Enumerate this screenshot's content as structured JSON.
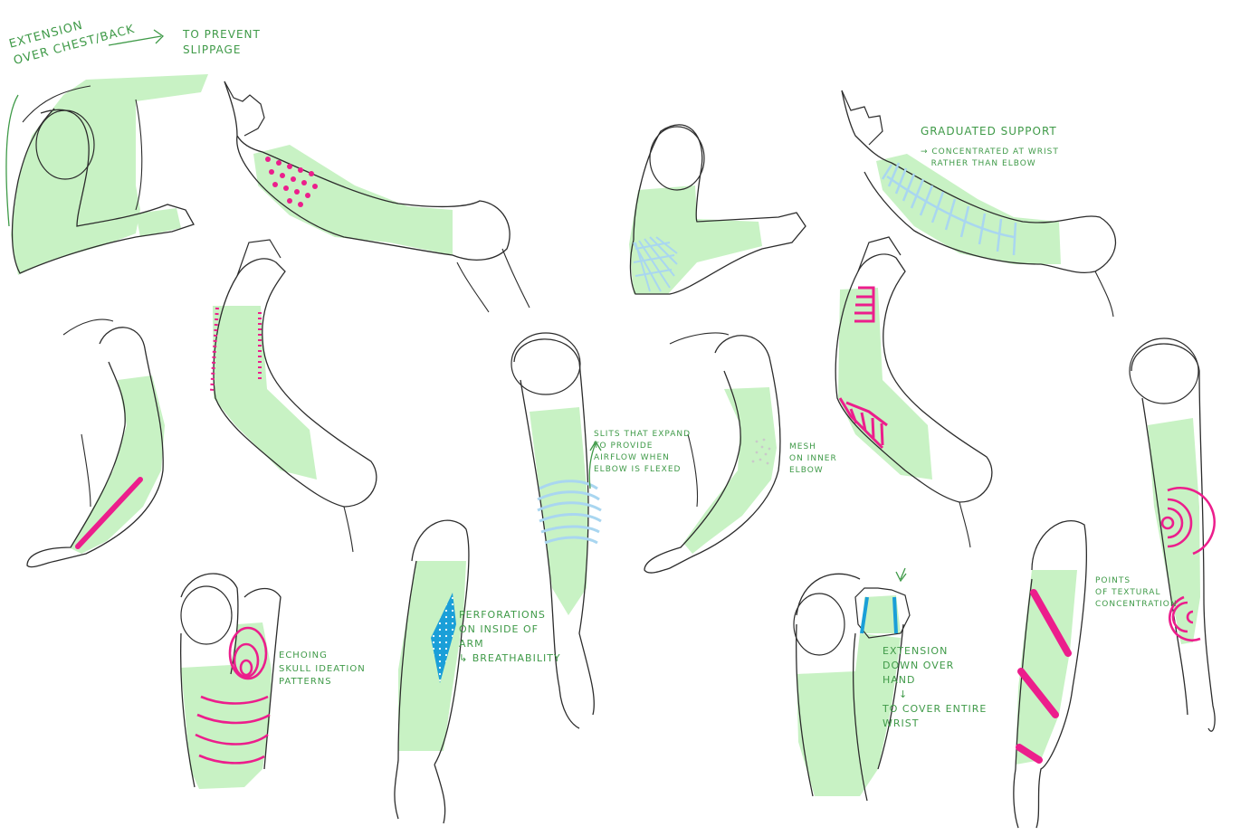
{
  "colors": {
    "sleeve_fill": "#c8f2c4",
    "outline": "#2c2c2c",
    "annotation": "#3f9a48",
    "magenta_accent": "#ec1e8c",
    "blue_accent": "#1a9fd8",
    "light_blue_lines": "#a9d6f0"
  },
  "icons": [
    "arrow-right-icon",
    "arrow-down-icon",
    "arrow-up-icon"
  ],
  "annotations": {
    "extension": "EXTENSION\nOVER CHEST/BACK",
    "prevent_slippage": "TO PREVENT\nSLIPPAGE",
    "graduated": "GRADUATED SUPPORT",
    "graduated_detail": "→ CONCENTRATED AT WRIST\n   RATHER THAN ELBOW",
    "slits": "SLITS THAT EXPAND\nTO PROVIDE\nAIRFLOW WHEN\nELBOW IS FLEXED",
    "mesh": "MESH\nON INNER\nELBOW",
    "perforations": "PERFORATIONS\nON INSIDE OF\nARM\n↳ BREATHABILITY",
    "echoing": "ECHOING\nSKULL IDEATION\nPATTERNS",
    "extension_hand": "EXTENSION\nDOWN OVER\nHAND\n    ↓\nTO COVER ENTIRE\nWRIST",
    "texture": "POINTS\nOF TEXTURAL\nCONCENTRATION"
  }
}
